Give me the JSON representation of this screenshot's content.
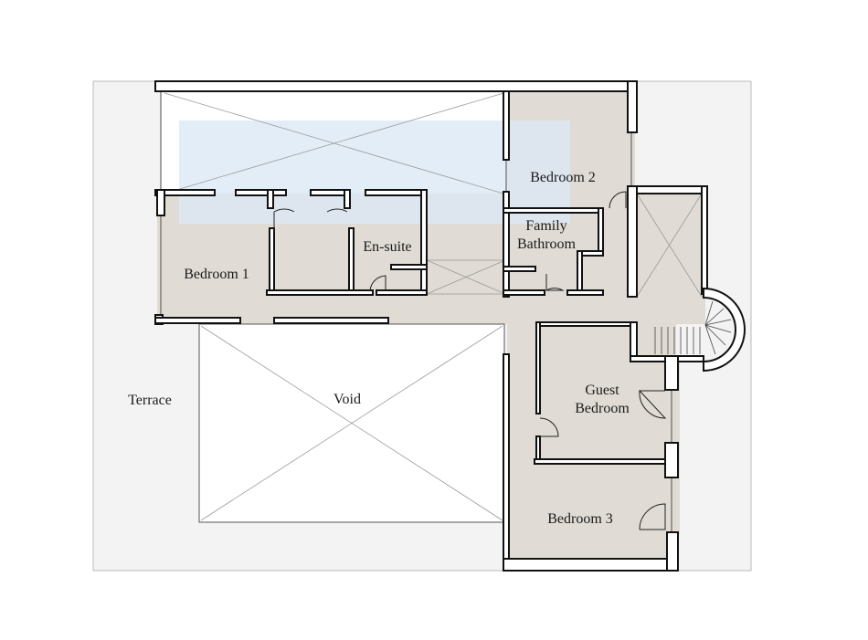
{
  "plan": {
    "colors": {
      "terrace": "#f3f3f3",
      "floor": "#e0dcd5",
      "pool": "#dce9f5",
      "wall_fill": "#ffffff",
      "wall_stroke": "#111111"
    },
    "rooms": {
      "bedroom2": "Bedroom 2",
      "family_bathroom_1": "Family",
      "family_bathroom_2": "Bathroom",
      "ensuite": "En-suite",
      "bedroom1": "Bedroom 1",
      "guest_bedroom_1": "Guest",
      "guest_bedroom_2": "Bedroom",
      "bedroom3": "Bedroom 3",
      "terrace": "Terrace",
      "void": "Void"
    }
  }
}
